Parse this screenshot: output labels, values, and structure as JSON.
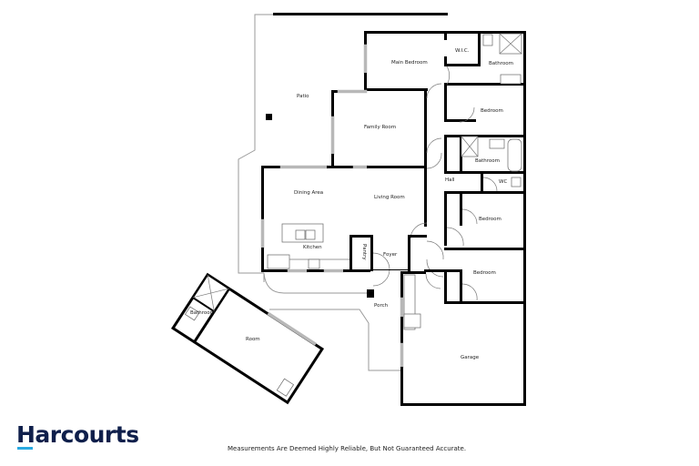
{
  "brand": {
    "name": "Harcourts",
    "text_color": "#0f1f4b",
    "accent_color": "#29a9e1"
  },
  "disclaimer": "Measurements Are Deemed Highly Reliable, But Not Guaranteed Accurate.",
  "rooms": {
    "patio": "Patio",
    "main_bedroom": "Main Bedroom",
    "wic": "W.I.C.",
    "ensuite_bathroom": "Bathroom",
    "bedroom_2": "Bedroom",
    "family_room": "Family Room",
    "bathroom_main": "Bathroom",
    "hall": "Hall",
    "wc": "WC",
    "dining_area": "Dining Area",
    "living_room": "Living Room",
    "bedroom_3": "Bedroom",
    "kitchen": "Kitchen",
    "pantry": "Pantry",
    "foyer": "Foyer",
    "bedroom_4": "Bedroom",
    "porch": "Porch",
    "garage": "Garage",
    "studio_bathroom": "Bathroom",
    "studio_room": "Room"
  }
}
